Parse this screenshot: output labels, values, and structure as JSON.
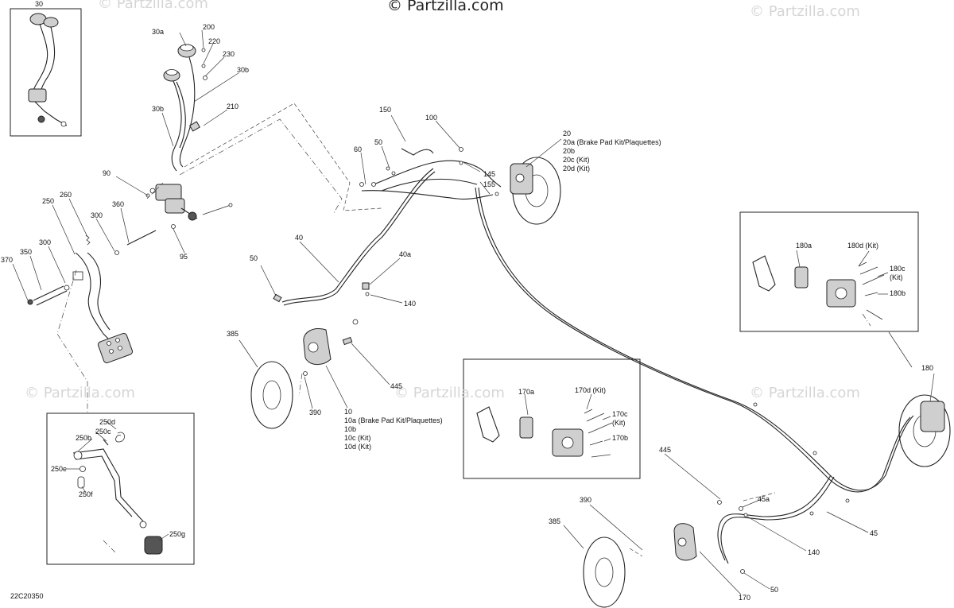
{
  "watermark": {
    "top": "© Partzilla.com",
    "repeat": "© Partzilla.com"
  },
  "diagram_code": "22C20350",
  "labels": {
    "l30": "30",
    "l30a": "30a",
    "l200": "200",
    "l220": "220",
    "l230": "230",
    "l30b_top": "30b",
    "l30b_left": "30b",
    "l210": "210",
    "l90": "90",
    "l250": "250",
    "l260": "260",
    "l300_a": "300",
    "l360": "360",
    "l300_b": "300",
    "l350": "350",
    "l370": "370",
    "l95": "95",
    "l150": "150",
    "l100": "100",
    "l60": "60",
    "l50_top": "50",
    "l145": "145",
    "l155": "155",
    "l20_block": [
      "20",
      "20a (Brake Pad Kit/Plaquettes)",
      "20b",
      "20c (Kit)",
      "20d (Kit)"
    ],
    "l40": "40",
    "l50_mid": "50",
    "l40a": "40a",
    "l140_mid": "140",
    "l385_left": "385",
    "l390_left": "390",
    "l445_mid": "445",
    "l10_block": [
      "10",
      "10a (Brake Pad Kit/Plaquettes)",
      "10b",
      "10c (Kit)",
      "10d (Kit)"
    ],
    "l250d": "250d",
    "l250c": "250c",
    "l250b": "250b",
    "l250e": "250e",
    "l250f": "250f",
    "l250g": "250g",
    "l170a": "170a",
    "l170d": "170d (Kit)",
    "l170c": [
      "170c",
      "(Kit)"
    ],
    "l170b": "170b",
    "l180a": "180a",
    "l180d": "180d (Kit)",
    "l180c": [
      "180c",
      "(Kit)"
    ],
    "l180b": "180b",
    "l180": "180",
    "l445_bot": "445",
    "l45a": "45a",
    "l390_bot": "390",
    "l385_bot": "385",
    "l45": "45",
    "l140_bot": "140",
    "l170": "170",
    "l50_bot": "50"
  }
}
